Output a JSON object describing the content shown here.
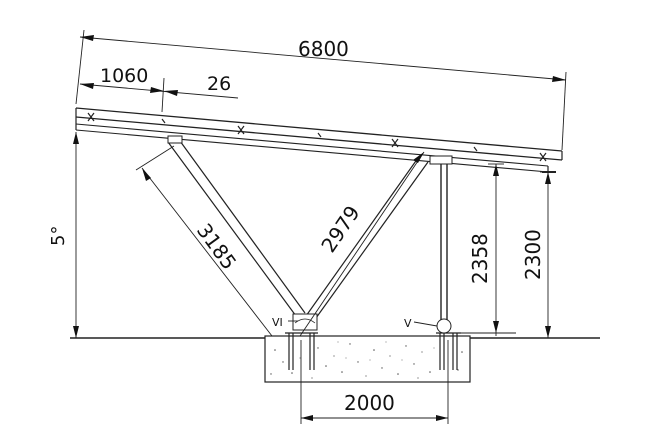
{
  "dimensions": {
    "total_length": "6800",
    "edge_offset": "1060",
    "rail_gap": "26",
    "rear_strut_length": "3185",
    "front_strut_length": "2979",
    "post_height_upper": "2358",
    "post_height_lower": "2300",
    "foundation_span": "2000",
    "tilt_angle": "5°"
  },
  "node_labels": {
    "rear_node": "VI",
    "front_node": "V"
  }
}
